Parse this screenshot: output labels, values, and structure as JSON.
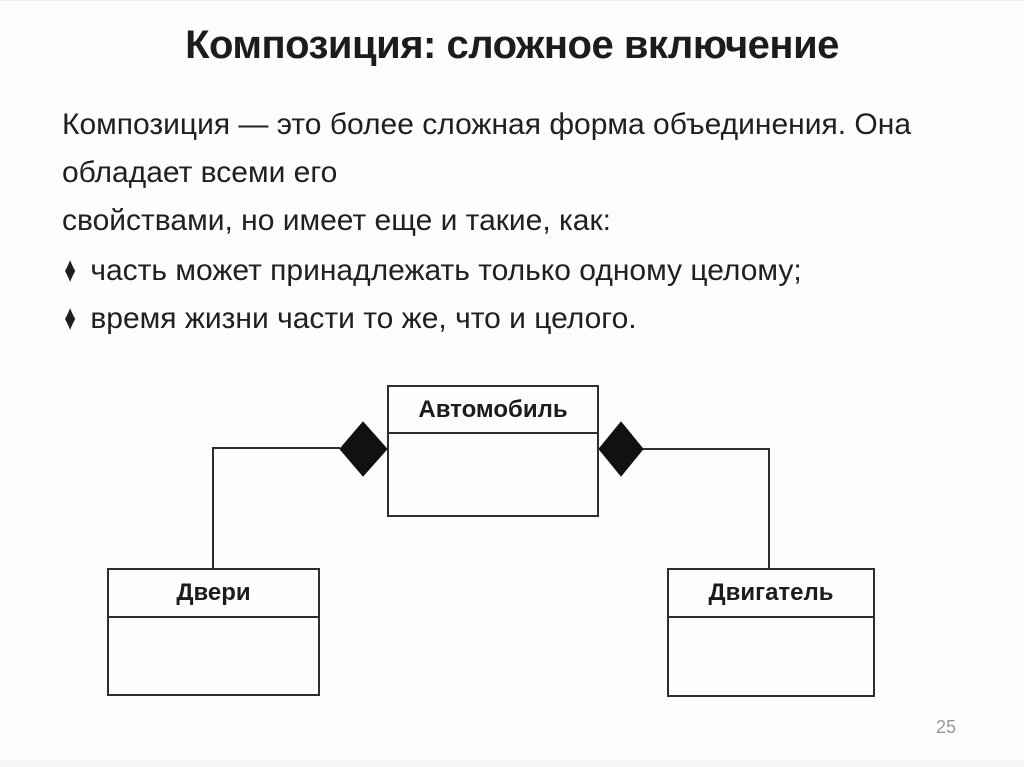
{
  "slide": {
    "title": "Композиция: сложное включение",
    "body_lines": [
      "Композиция — это более сложная форма объединения. Она",
      "обладает всеми его",
      "свойствами, но имеет еще и такие, как:"
    ],
    "bullets": [
      {
        "marker": "♦",
        "text": "часть может принадлежать только одному целому;"
      },
      {
        "marker": "♦",
        "text": "время жизни части то же, что и целого."
      }
    ],
    "page_number": "25"
  },
  "diagram": {
    "type": "uml-class-diagram",
    "relationship": "composition",
    "classes": [
      {
        "name": "Автомобиль",
        "role": "whole"
      },
      {
        "name": "Двери",
        "role": "part"
      },
      {
        "name": "Двигатель",
        "role": "part"
      }
    ],
    "relations": [
      {
        "whole": "Автомобиль",
        "part": "Двери",
        "marker": "filled-diamond"
      },
      {
        "whole": "Автомобиль",
        "part": "Двигатель",
        "marker": "filled-diamond"
      }
    ],
    "colors": {
      "line": "#2e2e2e",
      "diamond_fill": "#111111",
      "box_fill": "#fefefe",
      "text": "#1c1c1c"
    }
  }
}
